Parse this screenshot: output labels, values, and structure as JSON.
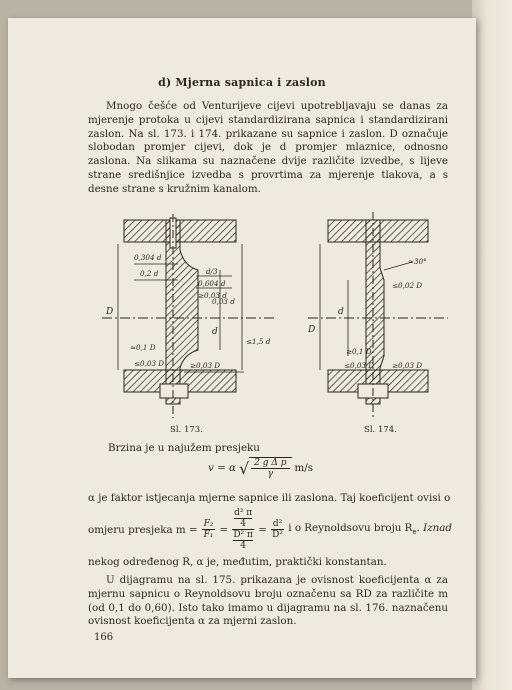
{
  "heading": "d) Mjerna sapnica i zaslon",
  "para1": "Mnogo češće od Venturijeve cijevi upotrebljavaju se danas za mjerenje protoka u cijevi standardizirana sapnica i standardizirani zaslon. Na sl. 173. i 174. prikazane su sapnice i zaslon. D označuje slobodan promjer cijevi, dok je d promjer mlaznice, odnosno zaslona. Na slikama su naznačene dvije različite izvedbe, s lijeve strane središnjice izvedba s provrtima za mjerenje tlakova, a s desne strane s kružnim kanalom.",
  "fig1": {
    "caption": "Sl. 173.",
    "labels": [
      "0,304 d",
      "0,2 d",
      "d/3",
      "0,604 d",
      "≥0,03 d",
      "D",
      "d",
      "0,03 d",
      "≤1,5 d",
      "≈0,1 D",
      "≤0,03 D",
      "≥0,03 D"
    ]
  },
  "fig2": {
    "caption": "Sl. 174.",
    "labels": [
      "≈30°",
      "≤0,02 D",
      "D",
      "d",
      "≥0,1 D",
      "≤0,03 D",
      "≥0,03 D"
    ]
  },
  "brzina_text": "Brzina je u najužem presjeku",
  "formula1": {
    "lhs": "v = α",
    "num": "2 g Δ p",
    "den": "γ",
    "unit": "m/s"
  },
  "alpha_text": "α je faktor istjecanja mjerne sapnice ili zaslona. Taj koeficijent ovisi o",
  "omjer_prefix": "omjeru presjeka m =",
  "omjer_f": {
    "n": "F₂",
    "d": "F₁"
  },
  "omjer_big": {
    "nn": "d² π",
    "nd": "4",
    "dn": "D² π",
    "dd": "4"
  },
  "omjer_r": {
    "n": "d²",
    "d": "D²"
  },
  "omjer_suffix": "i o Reynoldsovu broju R",
  "omjer_suffix2": ". Iznad",
  "nekog": "nekog određenog R, α je, međutim, praktički konstantan.",
  "para2": "U dijagramu na sl. 175. prikazana je ovisnost koeficijenta α za mjernu sapnicu o Reynoldsovu broju označenu sa RD za različite m (od 0,1 do 0,60). Isto tako imamo u dijagramu na sl. 176. naznačenu ovisnost koeficijenta α za mjerni zaslon.",
  "pagenum": "166"
}
